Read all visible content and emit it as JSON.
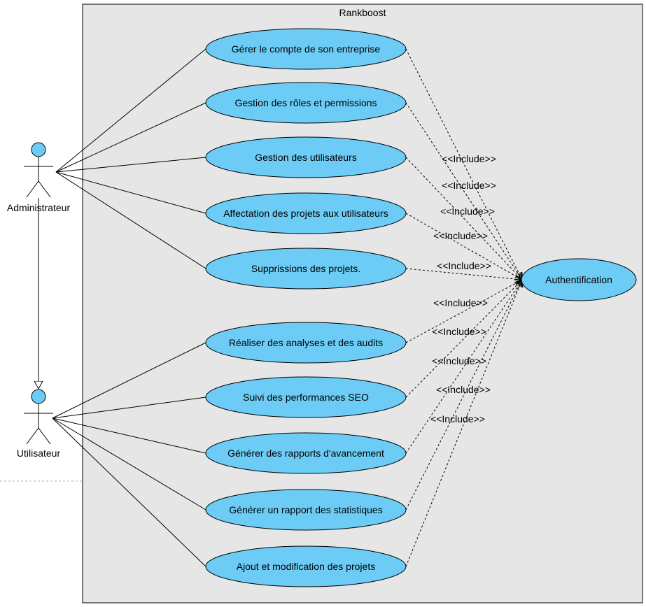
{
  "system": {
    "title": "Rankboost"
  },
  "actors": {
    "admin": {
      "label": "Administrateur"
    },
    "user": {
      "label": "Utilisateur"
    }
  },
  "use_cases": [
    {
      "id": "uc1",
      "label": "Gérer le compte de son entreprise",
      "actor": "admin"
    },
    {
      "id": "uc2",
      "label": "Gestion des rôles et permissions",
      "actor": "admin"
    },
    {
      "id": "uc3",
      "label": "Gestion des utilisateurs",
      "actor": "admin"
    },
    {
      "id": "uc4",
      "label": "Affectation des projets aux utilisateurs",
      "actor": "admin"
    },
    {
      "id": "uc5",
      "label": "Supprissions des projets.",
      "actor": "admin"
    },
    {
      "id": "uc6",
      "label": "Réaliser des analyses et des audits",
      "actor": "user"
    },
    {
      "id": "uc7",
      "label": "Suivi des performances SEO",
      "actor": "user"
    },
    {
      "id": "uc8",
      "label": "Générer des rapports d'avancement",
      "actor": "user"
    },
    {
      "id": "uc9",
      "label": "Générer un rapport des statistiques",
      "actor": "user"
    },
    {
      "id": "uc10",
      "label": "Ajout et modification des projets",
      "actor": "user"
    }
  ],
  "auth": {
    "label": "Authentification"
  },
  "include_label": "<<Include>>",
  "colors": {
    "usecase_fill": "#6cccf5",
    "boundary_fill": "#e6e6e6",
    "stroke": "#000000"
  }
}
